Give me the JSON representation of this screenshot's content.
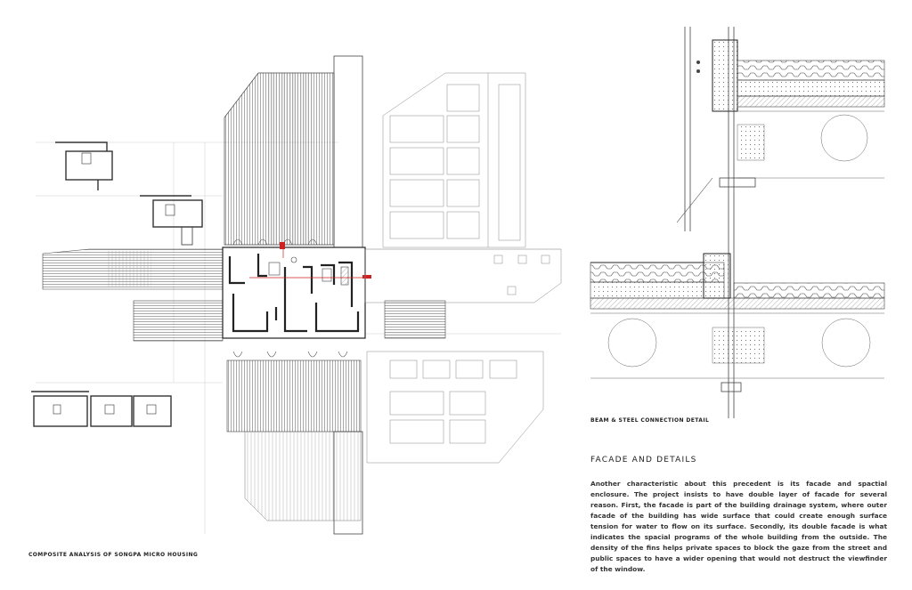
{
  "left_caption": "COMPOSITE ANALYSIS OF SONGPA MICRO HOUSING",
  "detail_caption": "BEAM & STEEL CONNECTION DETAIL",
  "section_heading": "FACADE AND DETAILS",
  "body_text": "Another characteristic about this precedent is its facade and spactial enclosure. The project insists to have double layer of facade for several reason. First, the facade is part of the building drainage system, where outer facade of the building has wide surface that could create enough surface tension for water to flow on its surface. Secondly, its double facade is what indicates the spacial programs of the whole building from the outside. The density of the fins helps private spaces to block the gaze from the street and public spaces to have a wider opening that would not destruct the viewfinder of the window.",
  "colors": {
    "line": "#444444",
    "light_line": "#aaaaaa",
    "accent": "#cc2222",
    "background": "#ffffff"
  }
}
